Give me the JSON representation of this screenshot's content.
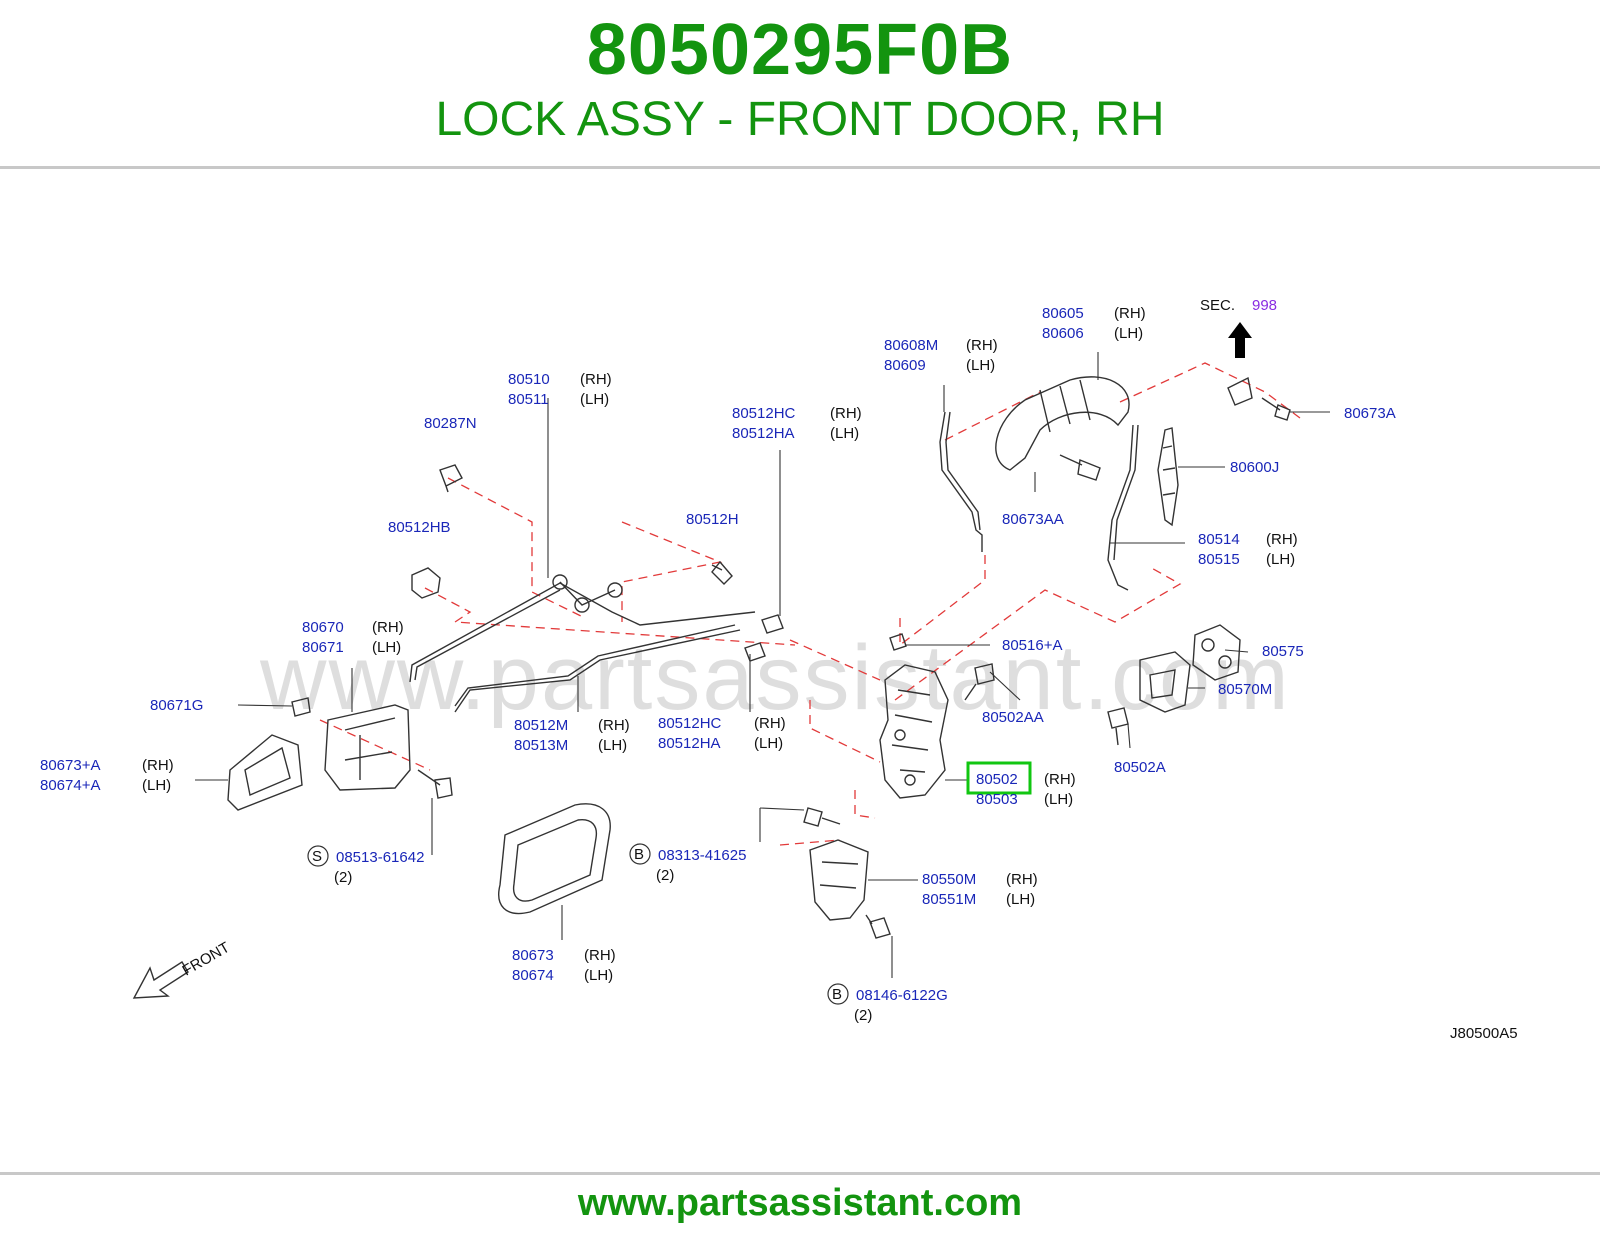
{
  "header": {
    "part_number": "8050295F0B",
    "description": "LOCK ASSY - FRONT DOOR, RH"
  },
  "footer": {
    "url": "www.partsassistant.com"
  },
  "watermark": "www.partsassistant.com",
  "diagram": {
    "code": "J80500A5",
    "front_label": "FRONT",
    "sec": {
      "label": "SEC.",
      "ref": "998"
    },
    "highlighted_part": "80502",
    "labels": {
      "p80510": "80510",
      "p80511": "80511",
      "p80287N": "80287N",
      "p80512HC_a": "80512HC",
      "p80512HA_a": "80512HA",
      "p80512H": "80512H",
      "p80512HB": "80512HB",
      "p80608M": "80608M",
      "p80609": "80609",
      "p80605": "80605",
      "p80606": "80606",
      "p80673A": "80673A",
      "p80600J": "80600J",
      "p80673AA": "80673AA",
      "p80514": "80514",
      "p80515": "80515",
      "p80670": "80670",
      "p80671": "80671",
      "p80671G": "80671G",
      "p80673pA": "80673+A",
      "p80674pA": "80674+A",
      "p80512M": "80512M",
      "p80513M": "80513M",
      "p80512HC_b": "80512HC",
      "p80512HA_b": "80512HA",
      "p80516pA": "80516+A",
      "p80575": "80575",
      "p80570M": "80570M",
      "p80502AA": "80502AA",
      "p80502A": "80502A",
      "p80502": "80502",
      "p80503": "80503",
      "p08513": "08513-61642",
      "p08313": "08313-41625",
      "p80550M": "80550M",
      "p80551M": "80551M",
      "p80673": "80673",
      "p80674": "80674",
      "p08146": "08146-6122G"
    },
    "sides": {
      "rh": "(RH)",
      "lh": "(LH)"
    },
    "qty2": "(2)",
    "markers": {
      "s": "S",
      "b": "B"
    }
  }
}
